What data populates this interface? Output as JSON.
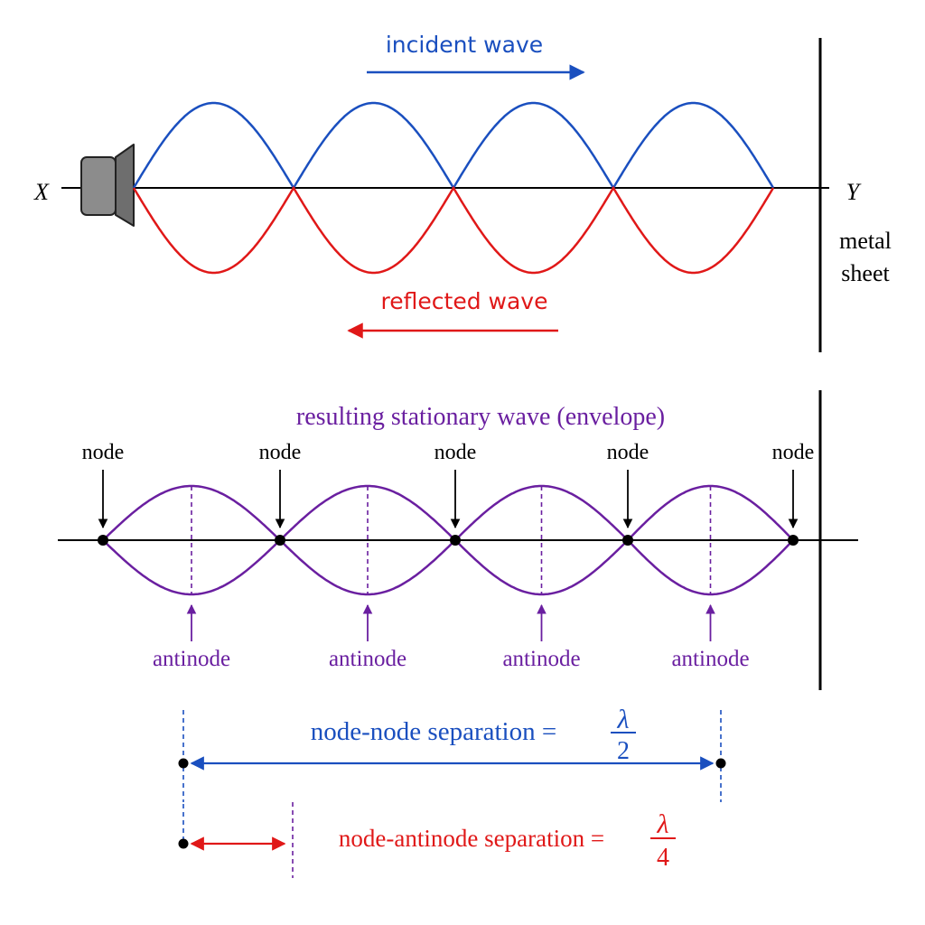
{
  "colors": {
    "incident": "#1a4fbf",
    "reflected": "#e01818",
    "envelope": "#6a1fa0",
    "axis": "#000000",
    "speaker_body": "#8c8c8c",
    "speaker_cone": "#6e6e6e"
  },
  "top": {
    "incident_label": "incident wave",
    "reflected_label": "reflected wave",
    "x_label": "X",
    "y_label": "Y",
    "sheet_label_line1": "metal",
    "sheet_label_line2": "sheet",
    "source_icon": "speaker-icon"
  },
  "bottom": {
    "title": "resulting stationary wave (envelope)",
    "node_labels": [
      "node",
      "node",
      "node",
      "node",
      "node"
    ],
    "antinode_labels": [
      "antinode",
      "antinode",
      "antinode",
      "antinode"
    ]
  },
  "separations": {
    "node_node_text": "node-node separation =",
    "node_node_numerator": "λ",
    "node_node_denominator": "2",
    "node_antinode_text": "node-antinode separation =",
    "node_antinode_numerator": "λ",
    "node_antinode_denominator": "4"
  }
}
